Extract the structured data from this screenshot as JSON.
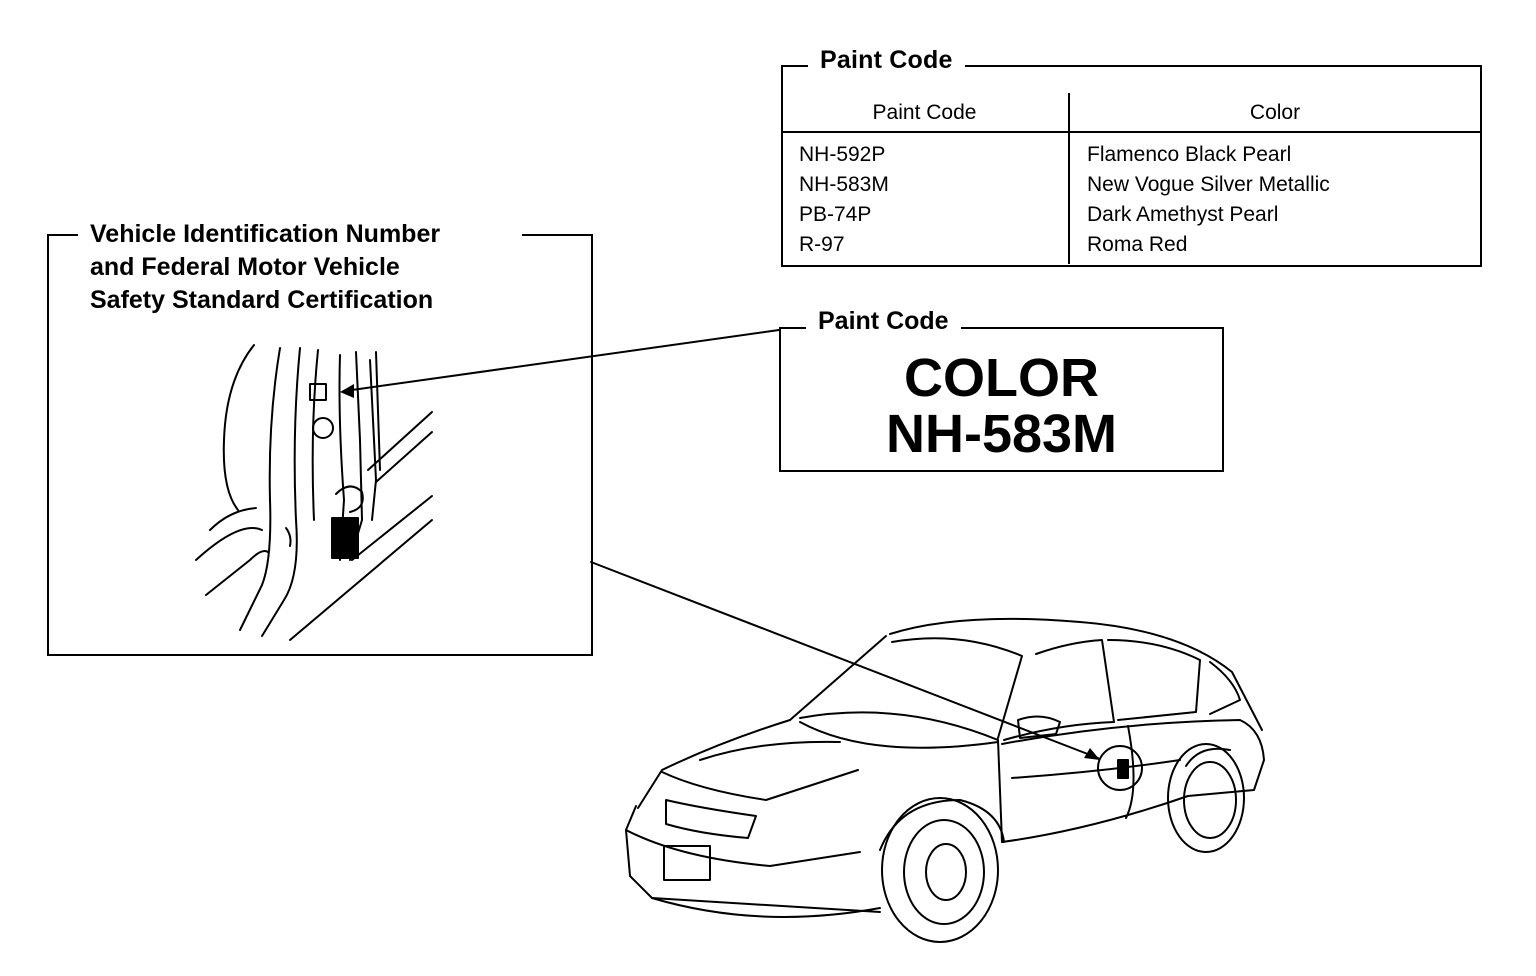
{
  "paint_table": {
    "title": "Paint Code",
    "headers": {
      "code": "Paint Code",
      "color": "Color"
    },
    "rows": [
      {
        "code": "NH-592P",
        "color": "Flamenco Black Pearl"
      },
      {
        "code": "NH-583M",
        "color": "New Vogue Silver Metallic"
      },
      {
        "code": "PB-74P",
        "color": "Dark Amethyst Pearl"
      },
      {
        "code": "R-97",
        "color": "Roma Red"
      }
    ]
  },
  "paint_label": {
    "title": "Paint Code",
    "line1": "COLOR",
    "line2": "NH-583M"
  },
  "vin_label": {
    "line1": "Vehicle Identification Number",
    "line2": "and Federal Motor Vehicle",
    "line3": "Safety Standard Certification"
  }
}
